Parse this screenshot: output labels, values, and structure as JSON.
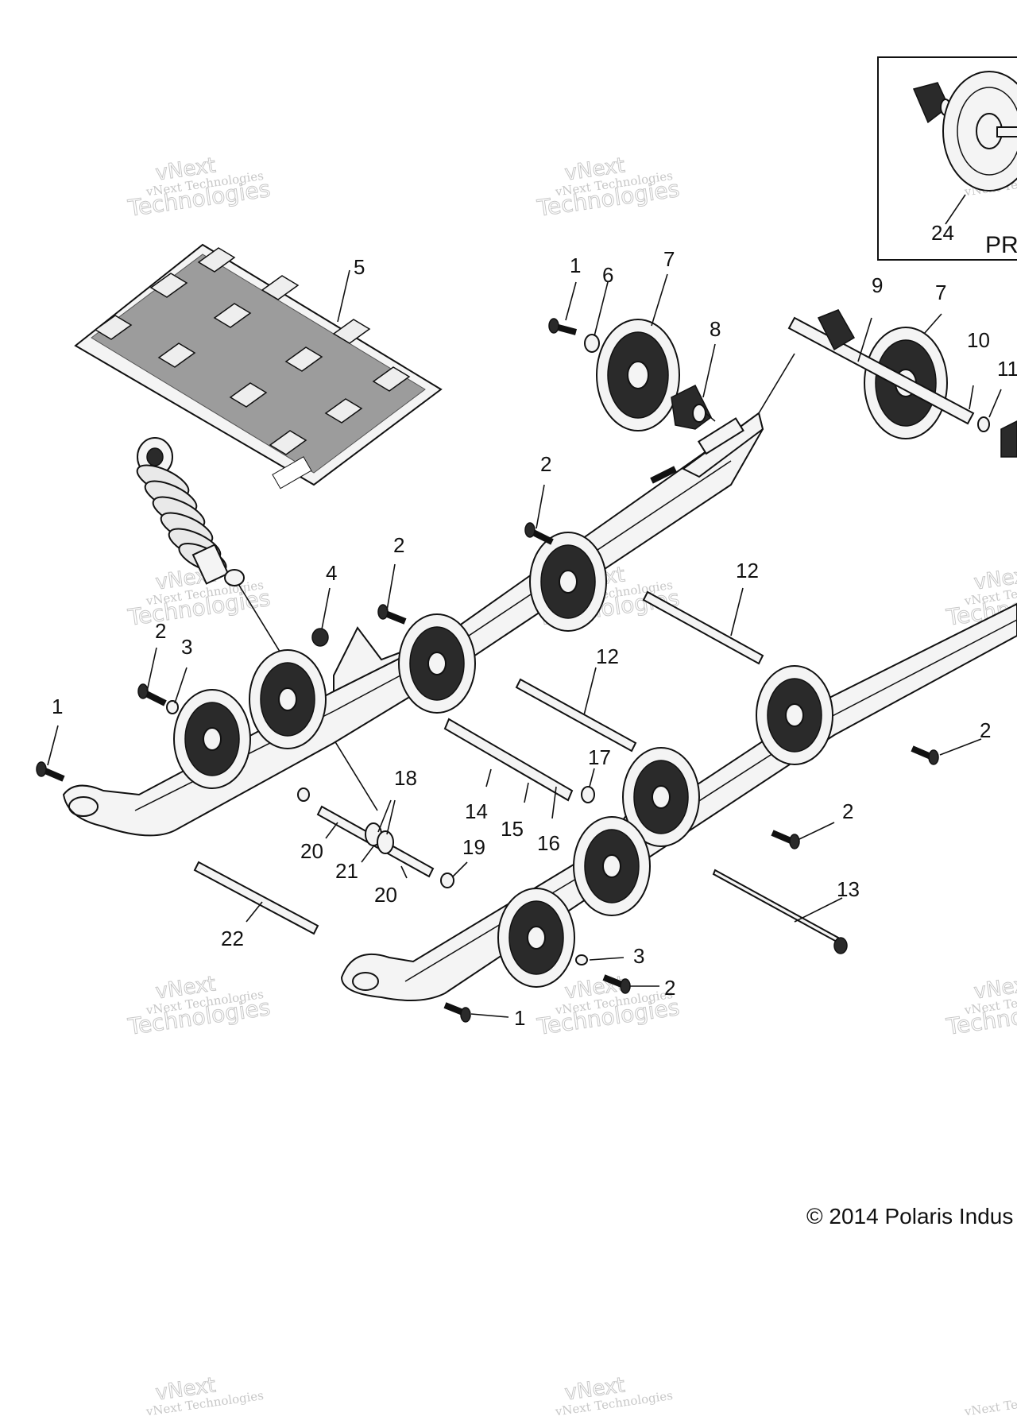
{
  "watermark": {
    "line1": "vNext",
    "line2": "vNext Technologies",
    "line3": "Technologies"
  },
  "callouts": [
    {
      "id": "c1a",
      "text": "1"
    },
    {
      "id": "c1b",
      "text": "1"
    },
    {
      "id": "c1c",
      "text": "1"
    },
    {
      "id": "c2a",
      "text": "2"
    },
    {
      "id": "c2b",
      "text": "2"
    },
    {
      "id": "c2c",
      "text": "2"
    },
    {
      "id": "c2d",
      "text": "2"
    },
    {
      "id": "c2e",
      "text": "2"
    },
    {
      "id": "c2f",
      "text": "2"
    },
    {
      "id": "c3a",
      "text": "3"
    },
    {
      "id": "c3b",
      "text": "3"
    },
    {
      "id": "c4",
      "text": "4"
    },
    {
      "id": "c5",
      "text": "5"
    },
    {
      "id": "c6",
      "text": "6"
    },
    {
      "id": "c7a",
      "text": "7"
    },
    {
      "id": "c7b",
      "text": "7"
    },
    {
      "id": "c8",
      "text": "8"
    },
    {
      "id": "c9",
      "text": "9"
    },
    {
      "id": "c10",
      "text": "10"
    },
    {
      "id": "c11",
      "text": "11"
    },
    {
      "id": "c12a",
      "text": "12"
    },
    {
      "id": "c12b",
      "text": "12"
    },
    {
      "id": "c13",
      "text": "13"
    },
    {
      "id": "c14",
      "text": "14"
    },
    {
      "id": "c15",
      "text": "15"
    },
    {
      "id": "c16",
      "text": "16"
    },
    {
      "id": "c17",
      "text": "17"
    },
    {
      "id": "c18",
      "text": "18"
    },
    {
      "id": "c19",
      "text": "19"
    },
    {
      "id": "c20a",
      "text": "20"
    },
    {
      "id": "c20b",
      "text": "20"
    },
    {
      "id": "c21",
      "text": "21"
    },
    {
      "id": "c22",
      "text": "22"
    },
    {
      "id": "c24",
      "text": "24"
    }
  ],
  "inset": {
    "label": "PR"
  },
  "copyright": "© 2014 Polaris Indus"
}
